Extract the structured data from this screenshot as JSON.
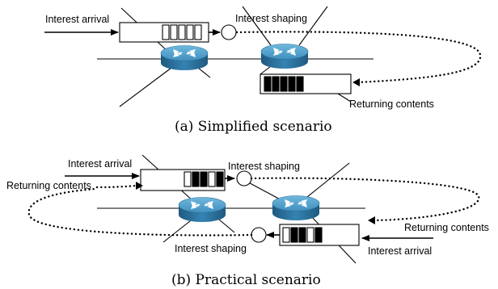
{
  "diagram": {
    "panel_a": {
      "caption": "(a) Simplified scenario",
      "labels": {
        "interest_arrival": "Interest arrival",
        "interest_shaping": "Interest shaping",
        "returning_contents": "Returning contents"
      }
    },
    "panel_b": {
      "caption": "(b) Practical scenario",
      "labels": {
        "interest_arrival_top": "Interest arrival",
        "interest_shaping_top": "Interest shaping",
        "returning_contents_top": "Returning contents",
        "returning_contents_right": "Returning contents",
        "interest_shaping_bottom": "Interest shaping",
        "interest_arrival_bottom": "Interest arrival"
      }
    },
    "colors": {
      "router_top": "#4a9bc4",
      "router_side": "#2c6e96",
      "router_arrows": "#ffffff"
    }
  }
}
